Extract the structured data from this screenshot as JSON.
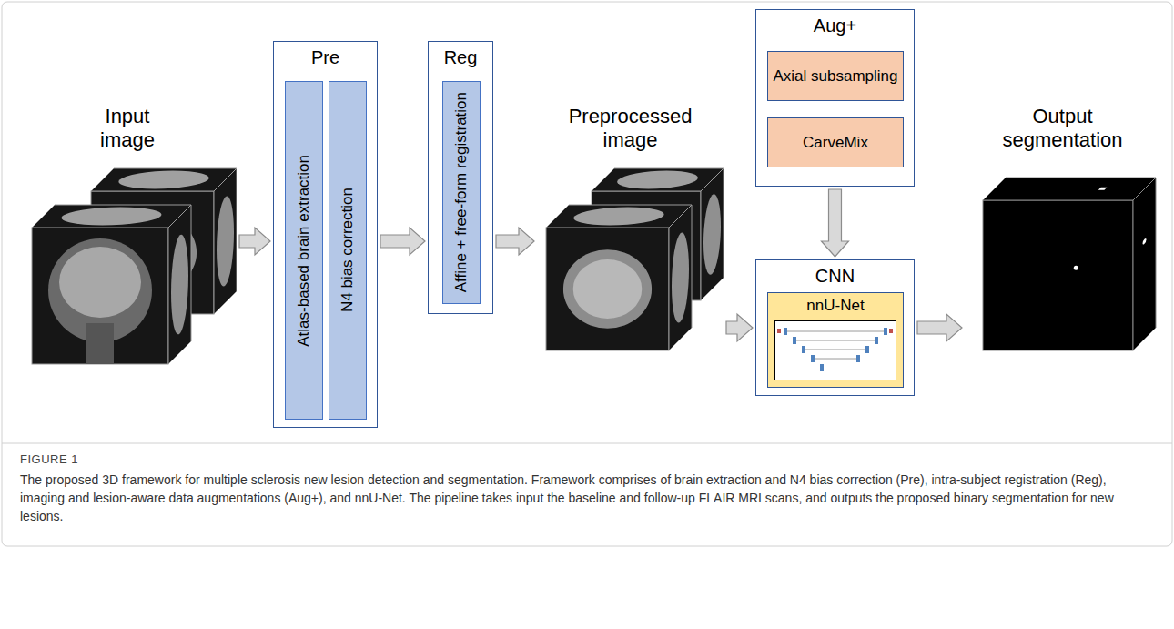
{
  "diagram": {
    "caption": "The proposed 3D framework for multiple sclerosis new lesion detection and segmentation. Framework comprises of brain extraction and N4 bias correction (Pre), intra-subject registration (Reg), imaging and lesion-aware data augmentations (Aug+), and nnU-Net. The pipeline takes input the baseline and follow-up FLAIR MRI scans, and outputs the proposed binary segmentation for new lesions.",
    "nodes": [
      {
        "text": [
          "Input image"
        ]
      },
      {
        "text": [
          "Pre"
        ]
      },
      {
        "text": [
          "Atlas-based brain extraction"
        ],
        "in": 1
      },
      {
        "text": [
          "N4 bias correction"
        ],
        "in": 1
      },
      {
        "text": [
          "Reg"
        ]
      },
      {
        "text": [
          "Affine + free-form registration"
        ],
        "in": 4
      },
      {
        "text": [
          "Preprocessed image"
        ]
      },
      {
        "text": [
          "Aug+"
        ]
      },
      {
        "text": [
          "Axial subsampling"
        ],
        "in": 7
      },
      {
        "text": [
          "CarveMix"
        ],
        "in": 7
      },
      {
        "text": [
          "CNN"
        ]
      },
      {
        "text": [
          "nnU-Net"
        ],
        "in": 10
      },
      {
        "text": [
          "Output segmentation"
        ]
      }
    ],
    "edges": [
      {
        "from": 0,
        "to": 1,
        "arrow": "to"
      },
      {
        "from": 1,
        "to": 4,
        "arrow": "to"
      },
      {
        "from": 4,
        "to": 6,
        "arrow": "to"
      },
      {
        "from": 6,
        "to": 10,
        "arrow": "to"
      },
      {
        "from": 7,
        "to": 10,
        "arrow": "to"
      },
      {
        "from": 10,
        "to": 12,
        "arrow": "to"
      }
    ],
    "labels": [
      "FIGURE 1"
    ]
  }
}
